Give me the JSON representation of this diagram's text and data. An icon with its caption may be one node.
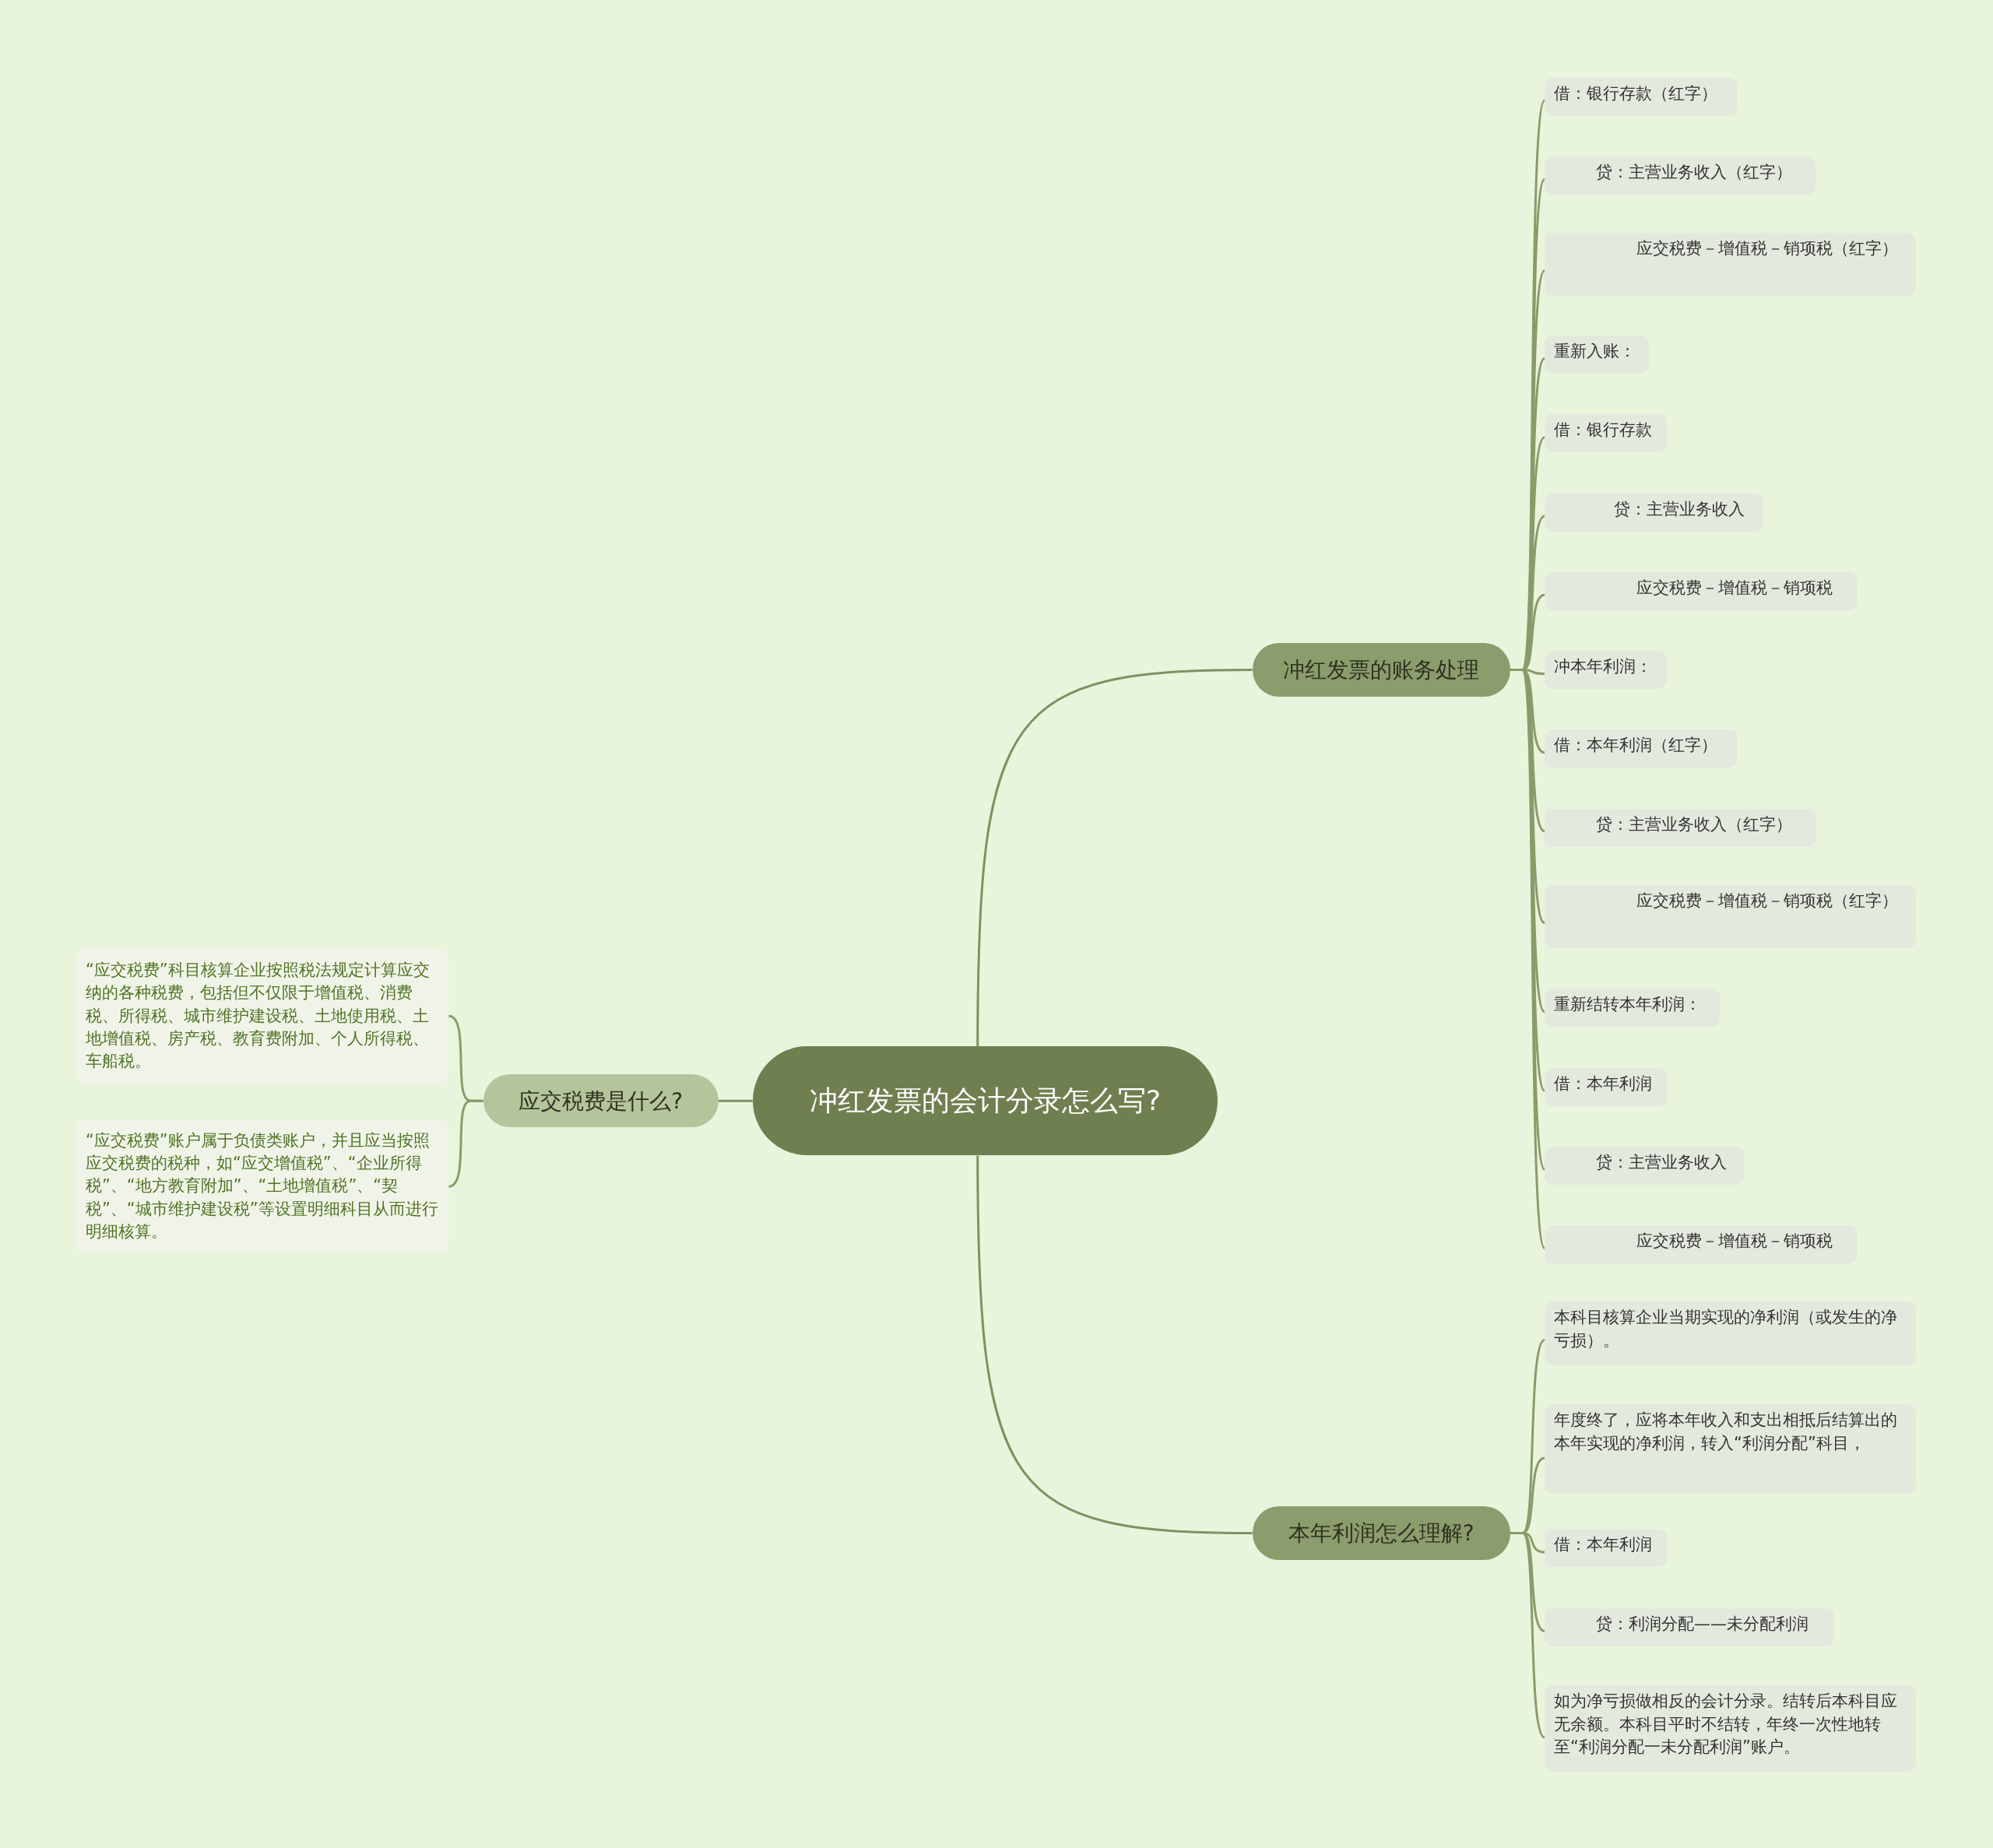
{
  "diagram": {
    "nodes": [
      {
        "text": [
          "冲红发票的会计分录怎么写?"
        ]
      },
      {
        "text": [
          "冲红发票的账务处理"
        ]
      },
      {
        "text": [
          "借：银行存款（红字）"
        ]
      },
      {
        "text": [
          "贷：主营业务收入（红字）"
        ]
      },
      {
        "text": [
          "应交税费－增值税－销项税（红字）"
        ]
      },
      {
        "text": [
          "重新入账："
        ]
      },
      {
        "text": [
          "借：银行存款"
        ]
      },
      {
        "text": [
          "贷：主营业务收入"
        ]
      },
      {
        "text": [
          "应交税费－增值税－销项税"
        ]
      },
      {
        "text": [
          "冲本年利润："
        ]
      },
      {
        "text": [
          "借：本年利润（红字）"
        ]
      },
      {
        "text": [
          "贷：主营业务收入（红字）"
        ]
      },
      {
        "text": [
          "应交税费－增值税－销项税（红字）"
        ]
      },
      {
        "text": [
          "重新结转本年利润："
        ]
      },
      {
        "text": [
          "借：本年利润"
        ]
      },
      {
        "text": [
          "贷：主营业务收入"
        ]
      },
      {
        "text": [
          "应交税费－增值税－销项税"
        ]
      },
      {
        "text": [
          "本年利润怎么理解?"
        ]
      },
      {
        "text": [
          "本科目核算企业当期实现的净利润（或发生的净亏损）。"
        ]
      },
      {
        "text": [
          "年度终了，应将本年收入和支出相抵后结算出的本年实现的净利润，转入“利润分配”科目，"
        ]
      },
      {
        "text": [
          "借：本年利润"
        ]
      },
      {
        "text": [
          "贷：利润分配——未分配利润"
        ]
      },
      {
        "text": [
          "如为净亏损做相反的会计分录。结转后本科目应无余额。本科目平时不结转，年终一次性地转至“利润分配一未分配利润”账户。"
        ]
      },
      {
        "text": [
          "应交税费是什么?"
        ]
      },
      {
        "text": [
          "“应交税费”科目核算企业按照税法规定计算应交纳的各种税费，包括但不仅限于增值税、消费税、所得税、城市维护建设税、土地使用税、土地增值税、房产税、教育费附加、个人所得税、车船税。"
        ]
      },
      {
        "text": [
          "“应交税费”账户属于负债类账户，并且应当按照应交税费的税种，如“应交增值税”、“企业所得税”、“地方教育附加”、“土地增值税”、“契税”、“城市维护建设税”等设置明细科目从而进行明细核算。"
        ]
      }
    ],
    "edges": [
      {
        "from": 0,
        "to": 1,
        "arrow": "none"
      },
      {
        "from": 1,
        "to": 2,
        "arrow": "none"
      },
      {
        "from": 1,
        "to": 3,
        "arrow": "none"
      },
      {
        "from": 1,
        "to": 4,
        "arrow": "none"
      },
      {
        "from": 1,
        "to": 5,
        "arrow": "none"
      },
      {
        "from": 1,
        "to": 6,
        "arrow": "none"
      },
      {
        "from": 1,
        "to": 7,
        "arrow": "none"
      },
      {
        "from": 1,
        "to": 8,
        "arrow": "none"
      },
      {
        "from": 1,
        "to": 9,
        "arrow": "none"
      },
      {
        "from": 1,
        "to": 10,
        "arrow": "none"
      },
      {
        "from": 1,
        "to": 11,
        "arrow": "none"
      },
      {
        "from": 1,
        "to": 12,
        "arrow": "none"
      },
      {
        "from": 1,
        "to": 13,
        "arrow": "none"
      },
      {
        "from": 1,
        "to": 14,
        "arrow": "none"
      },
      {
        "from": 1,
        "to": 15,
        "arrow": "none"
      },
      {
        "from": 1,
        "to": 16,
        "arrow": "none"
      },
      {
        "from": 0,
        "to": 17,
        "arrow": "none"
      },
      {
        "from": 17,
        "to": 18,
        "arrow": "none"
      },
      {
        "from": 17,
        "to": 19,
        "arrow": "none"
      },
      {
        "from": 17,
        "to": 20,
        "arrow": "none"
      },
      {
        "from": 17,
        "to": 21,
        "arrow": "none"
      },
      {
        "from": 17,
        "to": 22,
        "arrow": "none"
      },
      {
        "from": 0,
        "to": 23,
        "arrow": "none"
      },
      {
        "from": 23,
        "to": 24,
        "arrow": "none"
      },
      {
        "from": 23,
        "to": 25,
        "arrow": "none"
      }
    ]
  }
}
